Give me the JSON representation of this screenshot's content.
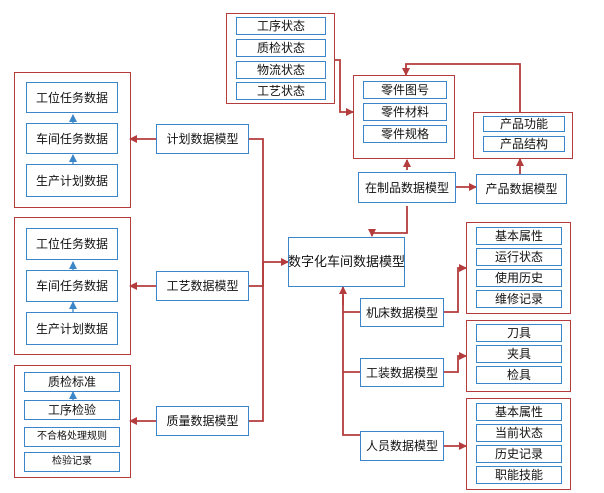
{
  "center": {
    "label": "数字化车间数据模型"
  },
  "plan": {
    "model": "计划数据模型",
    "items": [
      "工位任务数据",
      "车间任务数据",
      "生产计划数据"
    ]
  },
  "process": {
    "model": "工艺数据模型",
    "items": [
      "工位任务数据",
      "车间任务数据",
      "生产计划数据"
    ]
  },
  "quality": {
    "model": "质量数据模型",
    "items": [
      "质检标准",
      "工序检验",
      "不合格处理规则",
      "检验记录"
    ]
  },
  "wip": {
    "model": "在制品数据模型",
    "status": [
      "工序状态",
      "质检状态",
      "物流状态",
      "工艺状态"
    ],
    "part": [
      "零件图号",
      "零件材料",
      "零件规格"
    ]
  },
  "product": {
    "model": "产品数据模型",
    "items": [
      "产品功能",
      "产品结构"
    ]
  },
  "machine": {
    "model": "机床数据模型",
    "items": [
      "基本属性",
      "运行状态",
      "使用历史",
      "维修记录"
    ]
  },
  "tooling": {
    "model": "工装数据模型",
    "items": [
      "刀具",
      "夹具",
      "检具"
    ]
  },
  "personnel": {
    "model": "人员数据模型",
    "items": [
      "基本属性",
      "当前状态",
      "历史记录",
      "职能技能"
    ]
  }
}
